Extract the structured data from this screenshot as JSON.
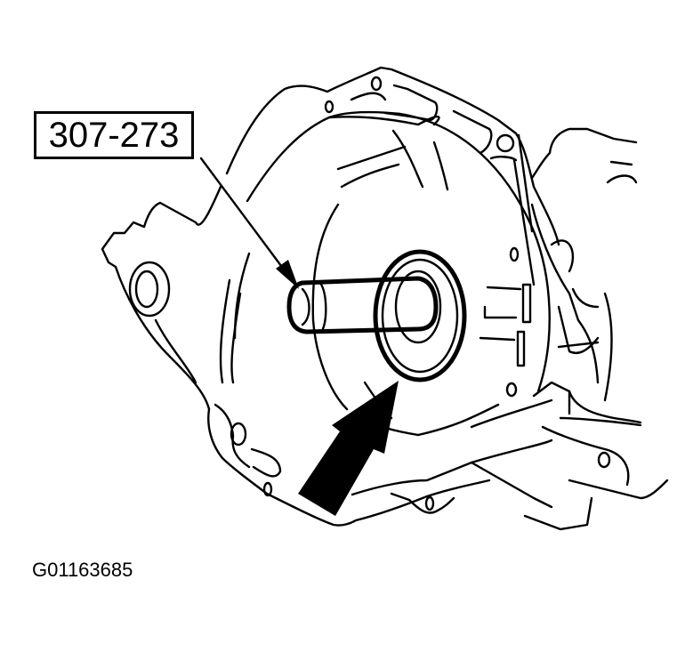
{
  "figure": {
    "callout_label": "307-273",
    "figure_id": "G01163685",
    "elements": {
      "housing": "transmission-housing",
      "tool": "special-tool-shaft",
      "seal": "seal",
      "leader_arrow": "leader-arrow",
      "direction_arrow": "install-direction-arrow"
    },
    "colors": {
      "line": "#000000",
      "background": "#ffffff"
    }
  }
}
